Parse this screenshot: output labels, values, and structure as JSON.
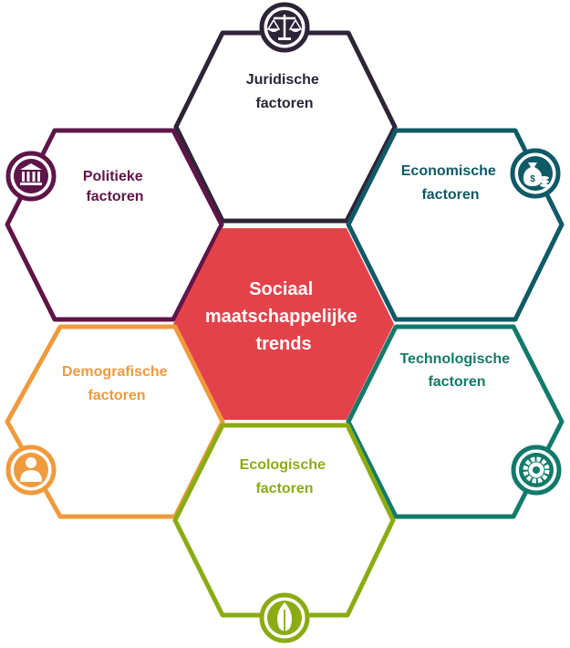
{
  "center": {
    "lines": [
      "Sociaal",
      "maatschappelijke",
      "trends"
    ],
    "color": "#e4424a"
  },
  "factors": {
    "juridische": {
      "lines": [
        "Juridische",
        "factoren"
      ],
      "color": "#2d2438",
      "icon": "scales-icon"
    },
    "politieke": {
      "lines": [
        "Politieke",
        "factoren"
      ],
      "color": "#5e1548",
      "icon": "government-building-icon"
    },
    "economische": {
      "lines": [
        "Economische",
        "factoren"
      ],
      "color": "#0f5a66",
      "icon": "money-bag-coins-icon"
    },
    "demografische": {
      "lines": [
        "Demografische",
        "factoren"
      ],
      "color": "#ef9a3c",
      "icon": "person-icon"
    },
    "technologische": {
      "lines": [
        "Technologische",
        "factoren"
      ],
      "color": "#127a6a",
      "icon": "gear-icon"
    },
    "ecologische": {
      "lines": [
        "Ecologische",
        "factoren"
      ],
      "color": "#8aac12",
      "icon": "leaf-icon"
    }
  }
}
